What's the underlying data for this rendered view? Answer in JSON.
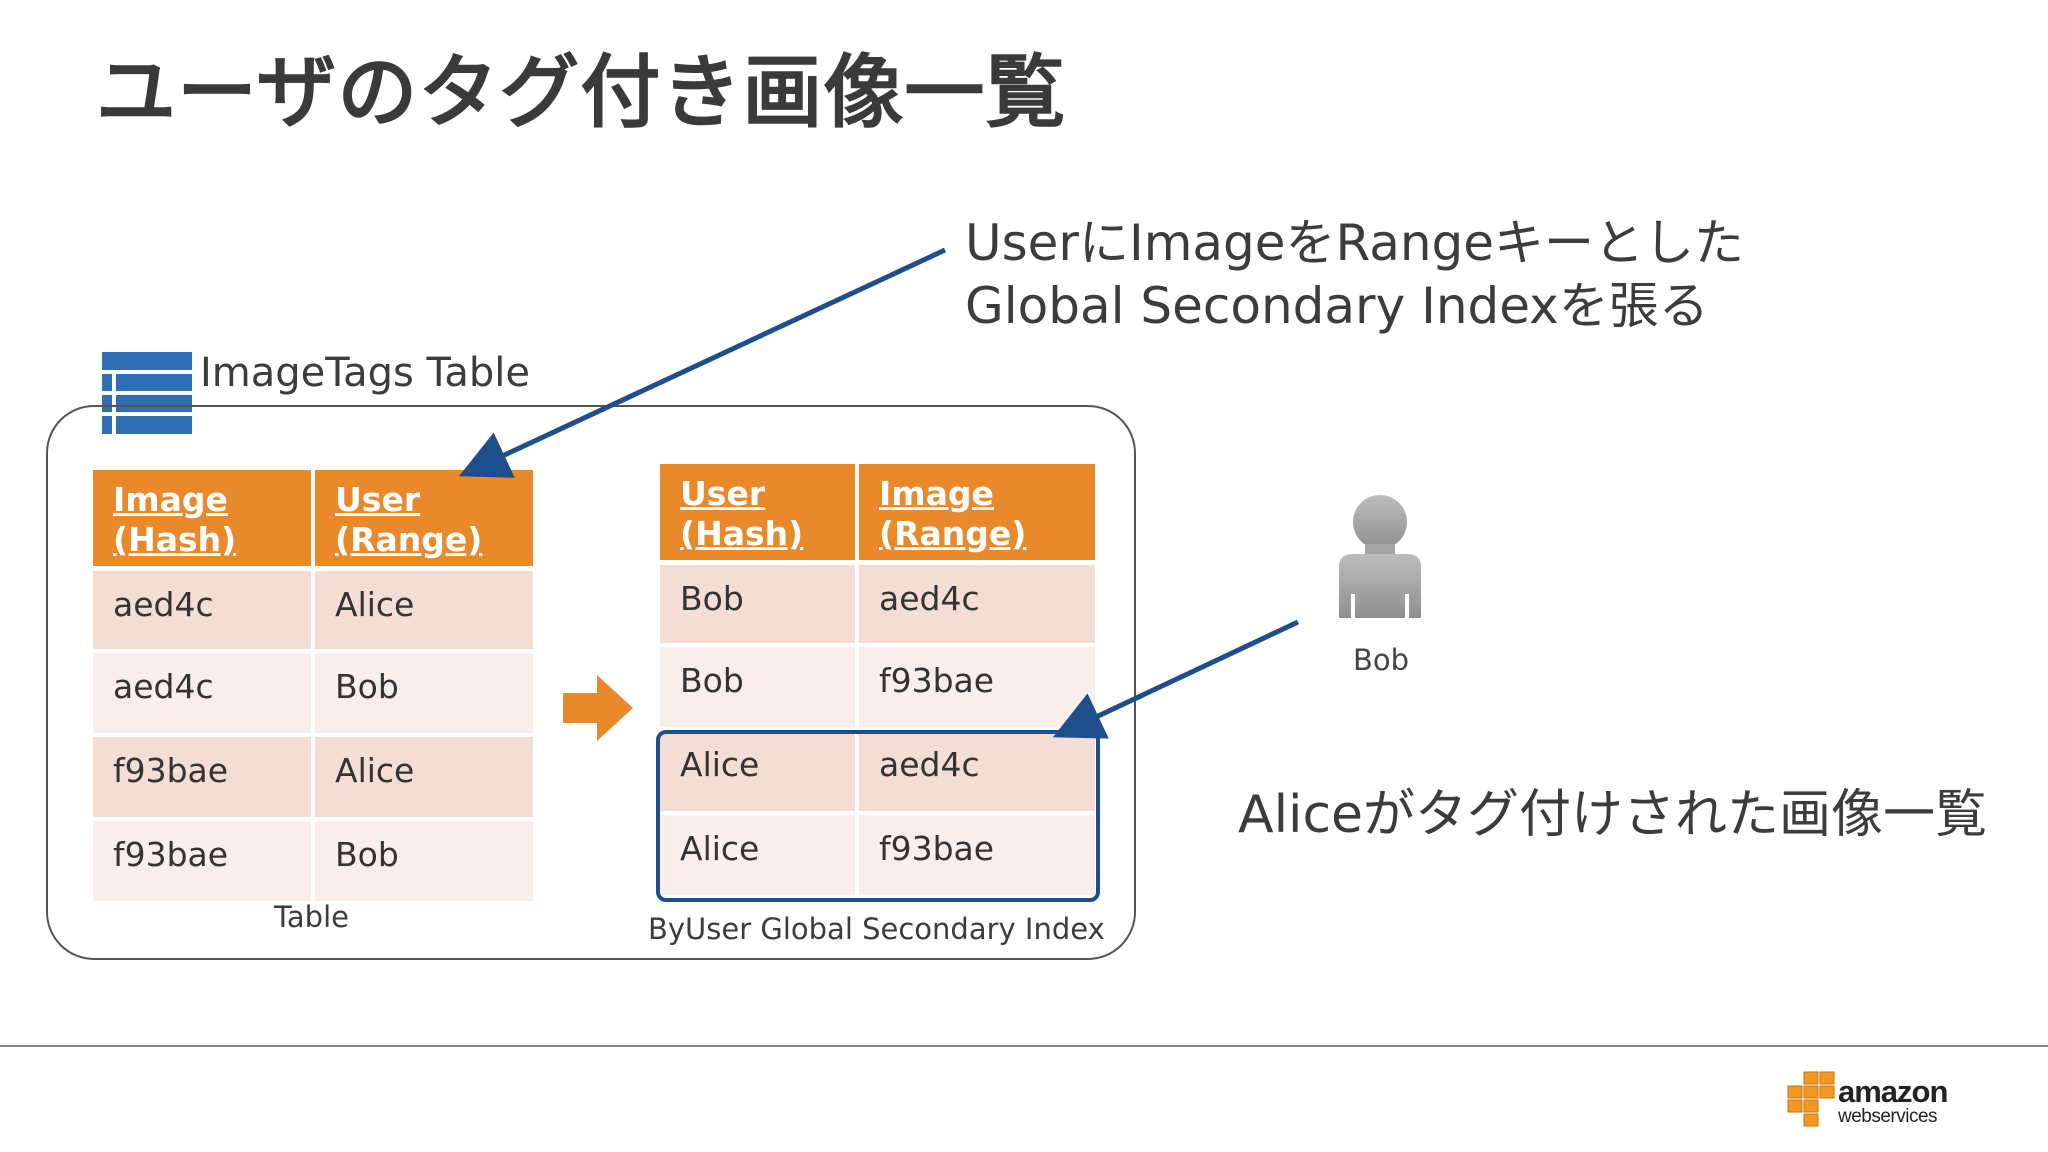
{
  "slide": {
    "title": "ユーザのタグ付き画像一覧"
  },
  "callouts": {
    "gsi_line1": "UserにImageをRangeキーとした",
    "gsi_line2": "Global Secondary Indexを張る",
    "alice": "Aliceがタグ付けされた画像一覧"
  },
  "table": {
    "caption": "ImageTags Table",
    "sublabel": "Table",
    "headers": [
      {
        "line1": "Image",
        "line2": "(Hash)"
      },
      {
        "line1": "User",
        "line2": "(Range)"
      }
    ],
    "rows": [
      [
        "aed4c",
        "Alice"
      ],
      [
        "aed4c",
        "Bob"
      ],
      [
        "f93bae",
        "Alice"
      ],
      [
        "f93bae",
        "Bob"
      ]
    ]
  },
  "index": {
    "sublabel": "ByUser Global Secondary Index",
    "headers": [
      {
        "line1": "User",
        "line2": "(Hash)"
      },
      {
        "line1": "Image",
        "line2": "(Range)"
      }
    ],
    "rows": [
      [
        "Bob",
        "aed4c"
      ],
      [
        "Bob",
        "f93bae"
      ],
      [
        "Alice",
        "aed4c"
      ],
      [
        "Alice",
        "f93bae"
      ]
    ]
  },
  "user": {
    "name": "Bob",
    "icon": "user-silhouette-icon"
  },
  "branding": {
    "logo_word": "amazon",
    "logo_sub": "webservices"
  },
  "colors": {
    "header": "#e8892b",
    "row_dark": "#f4ddd5",
    "row_light": "#faeeea",
    "arrow_blue": "#1f4e8c",
    "table_icon_blue": "#2f6db5",
    "highlight_border": "#1f4e8c"
  }
}
